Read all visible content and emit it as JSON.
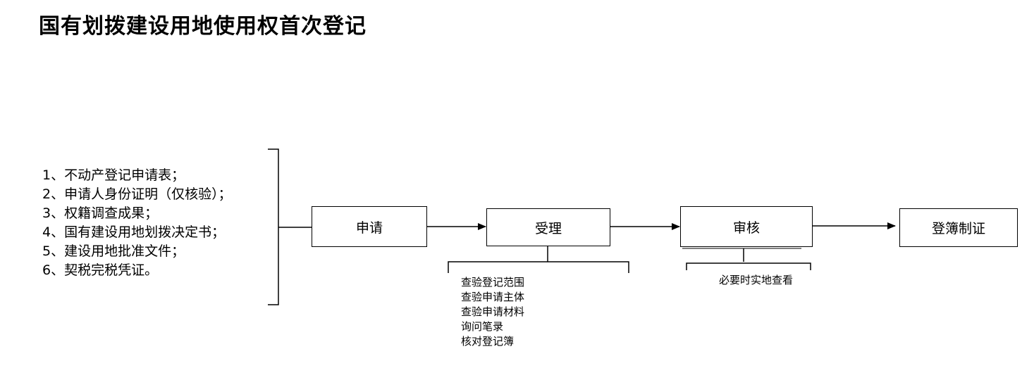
{
  "title": "国有划拨建设用地使用权首次登记",
  "materials": [
    "1、不动产登记申请表；",
    "2、申请人身份证明（仅核验）；",
    "3、权籍调查成果；",
    "4、国有建设用地划拨决定书；",
    "5、建设用地批准文件；",
    "6、契税完税凭证。"
  ],
  "steps": {
    "apply": "申请",
    "accept": "受理",
    "review": "审核",
    "certify": "登簿制证"
  },
  "accept_items": [
    "查验登记范围",
    "查验申请主体",
    "查验申请材料",
    "询问笔录",
    "核对登记簿"
  ],
  "review_items": [
    "必要时实地查看"
  ]
}
